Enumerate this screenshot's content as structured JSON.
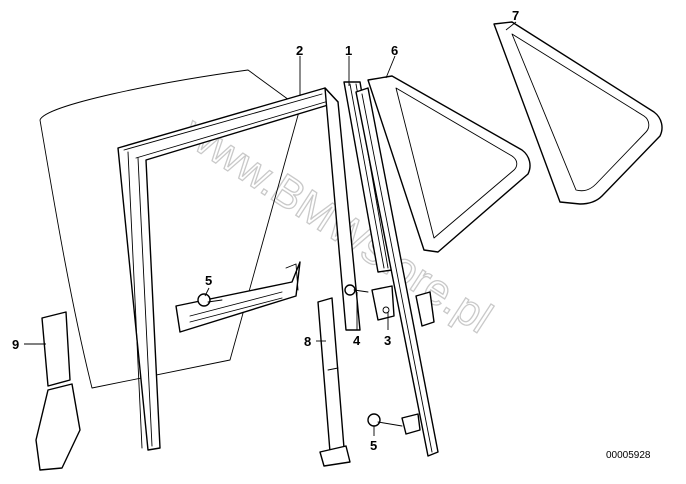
{
  "diagram": {
    "watermark": "www.BMWstore.pl",
    "reference_code": "00005928",
    "callouts": [
      {
        "id": "c1",
        "label": "1"
      },
      {
        "id": "c2",
        "label": "2"
      },
      {
        "id": "c3",
        "label": "3"
      },
      {
        "id": "c4",
        "label": "4"
      },
      {
        "id": "c5a",
        "label": "5"
      },
      {
        "id": "c5b",
        "label": "5"
      },
      {
        "id": "c6",
        "label": "6"
      },
      {
        "id": "c7",
        "label": "7"
      },
      {
        "id": "c8",
        "label": "8"
      },
      {
        "id": "c9",
        "label": "9"
      }
    ]
  }
}
